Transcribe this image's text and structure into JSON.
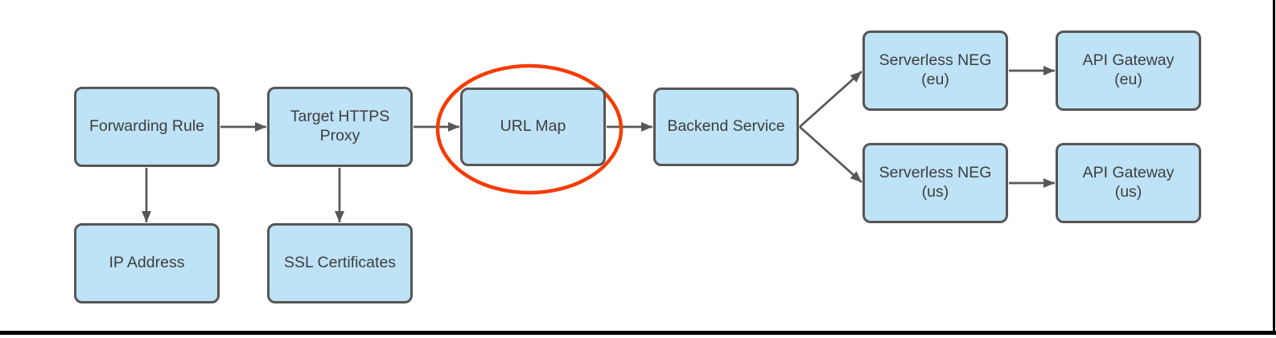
{
  "diagram": {
    "nodes": [
      {
        "id": "forwarding-rule",
        "label": "Forwarding Rule"
      },
      {
        "id": "target-https-proxy",
        "label": "Target HTTPS\nProxy"
      },
      {
        "id": "url-map",
        "label": "URL Map",
        "highlighted": true
      },
      {
        "id": "backend-service",
        "label": "Backend Service"
      },
      {
        "id": "serverless-neg-eu",
        "label": "Serverless NEG\n(eu)"
      },
      {
        "id": "api-gateway-eu",
        "label": "API Gateway\n(eu)"
      },
      {
        "id": "serverless-neg-us",
        "label": "Serverless NEG\n(us)"
      },
      {
        "id": "api-gateway-us",
        "label": "API Gateway\n(us)"
      },
      {
        "id": "ip-address",
        "label": "IP Address"
      },
      {
        "id": "ssl-certificates",
        "label": "SSL Certificates"
      }
    ],
    "edges": [
      {
        "from": "forwarding-rule",
        "to": "target-https-proxy"
      },
      {
        "from": "target-https-proxy",
        "to": "url-map"
      },
      {
        "from": "url-map",
        "to": "backend-service"
      },
      {
        "from": "backend-service",
        "to": "serverless-neg-eu"
      },
      {
        "from": "backend-service",
        "to": "serverless-neg-us"
      },
      {
        "from": "serverless-neg-eu",
        "to": "api-gateway-eu"
      },
      {
        "from": "serverless-neg-us",
        "to": "api-gateway-us"
      },
      {
        "from": "forwarding-rule",
        "to": "ip-address"
      },
      {
        "from": "target-https-proxy",
        "to": "ssl-certificates"
      }
    ],
    "annotation": {
      "shape": "ellipse",
      "around": "url-map",
      "color": "#F43B02"
    }
  },
  "colors": {
    "background": "#FFFFFF",
    "node_fill": "#BEE2F6",
    "node_border": "#565656",
    "node_text": "#3E3E3E",
    "arrow": "#575757",
    "highlight_ellipse": "#F43B02",
    "frame_line": "#000000"
  }
}
